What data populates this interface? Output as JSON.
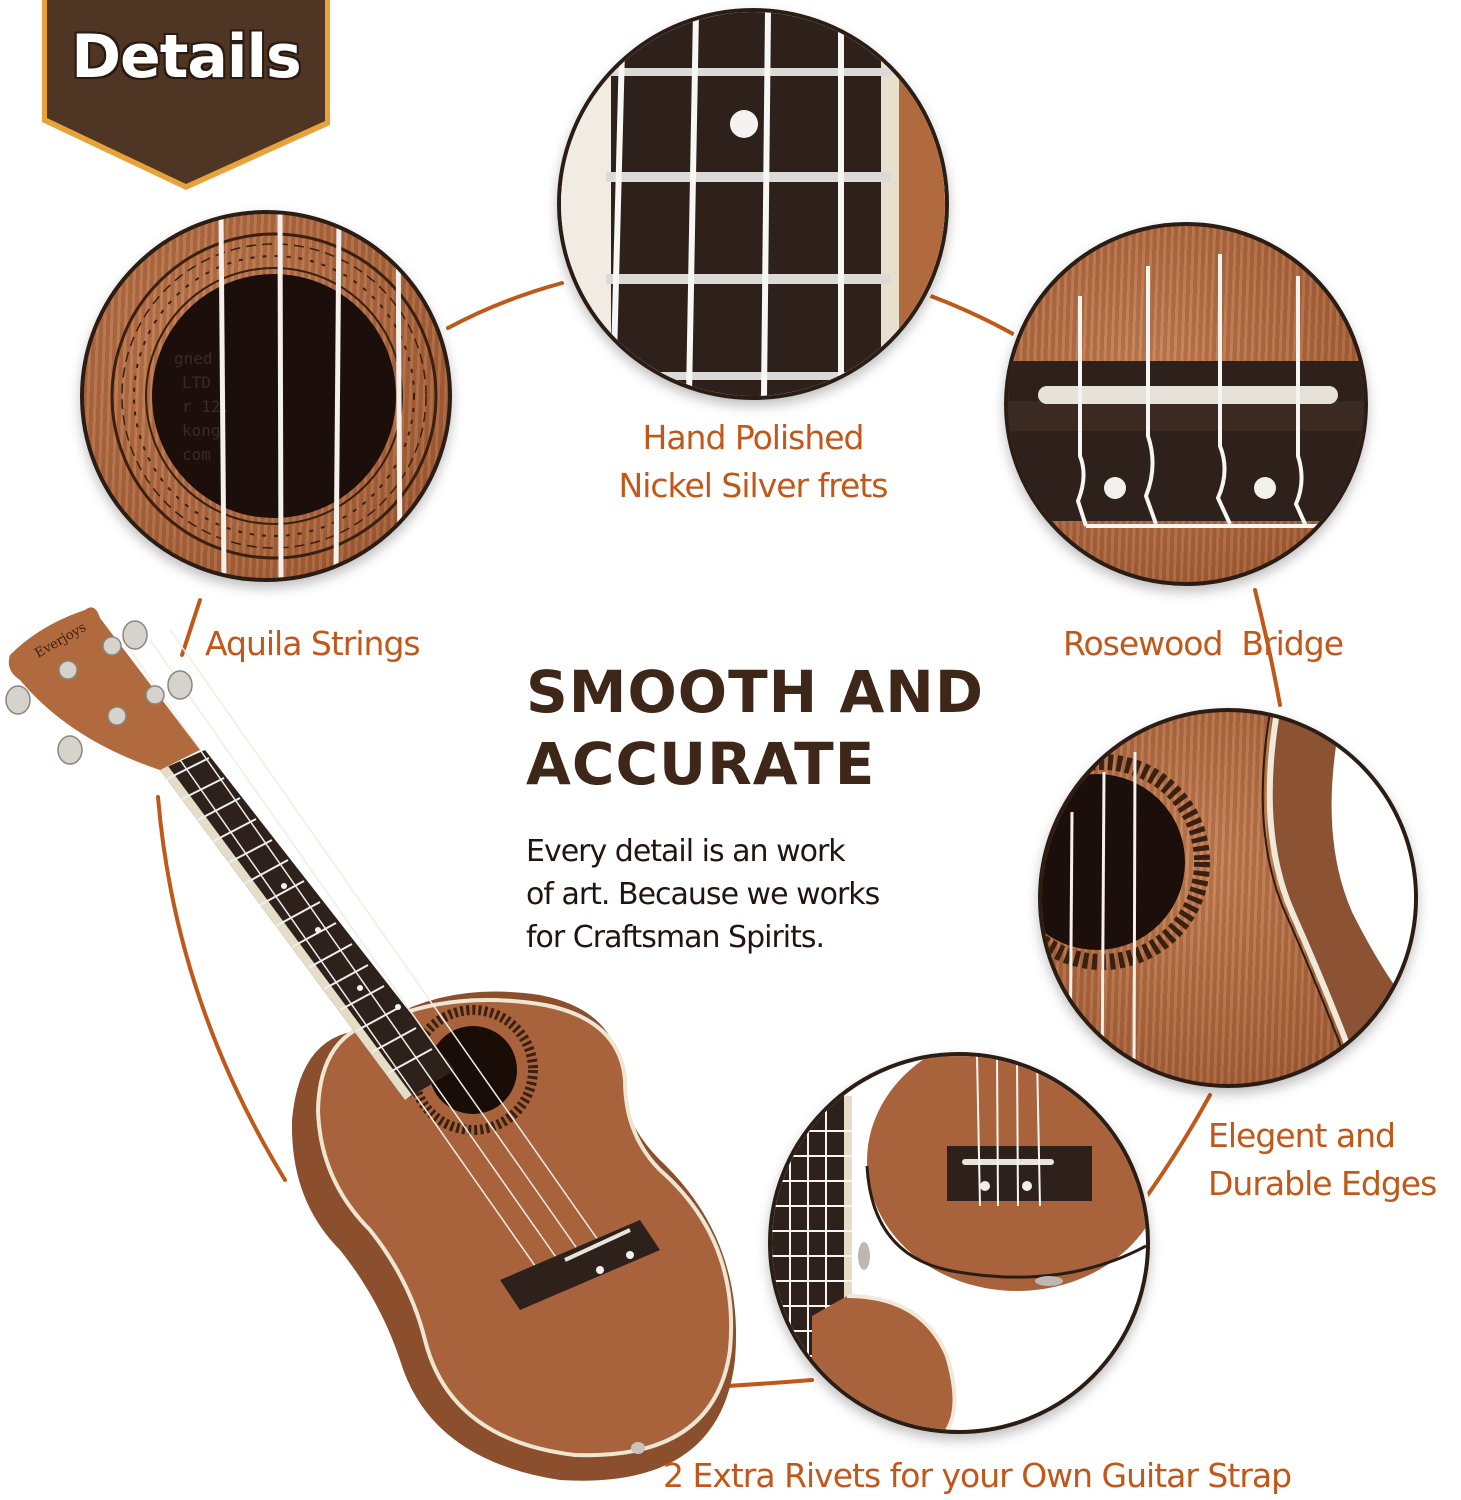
{
  "badge": {
    "title": "Details",
    "fill": "#4e3524",
    "border": "#e8a23a"
  },
  "headline": {
    "line1": "SMOOTH AND",
    "line2": "ACCURATE"
  },
  "description": {
    "line1": "Every detail is an work",
    "line2": "of art. Because we works",
    "line3": "for Craftsman Spirits."
  },
  "features": [
    {
      "id": "aquila-strings",
      "label": "Aquila Strings"
    },
    {
      "id": "frets",
      "label_line1": "Hand Polished",
      "label_line2": "Nickel Silver frets"
    },
    {
      "id": "bridge",
      "label": "Rosewood  Bridge"
    },
    {
      "id": "edges",
      "label_line1": "Elegent and",
      "label_line2": "Durable Edges"
    },
    {
      "id": "rivets",
      "label": "2 Extra Rivets for your Own Guitar Strap"
    }
  ],
  "product": {
    "brand_logo": "Everjoys",
    "type": "ukulele"
  },
  "colors": {
    "accent_orange": "#c0581a",
    "heading_brown": "#3e2718",
    "text_dark": "#221510",
    "wood": "#a8633c",
    "rosewood": "#2e211c"
  }
}
